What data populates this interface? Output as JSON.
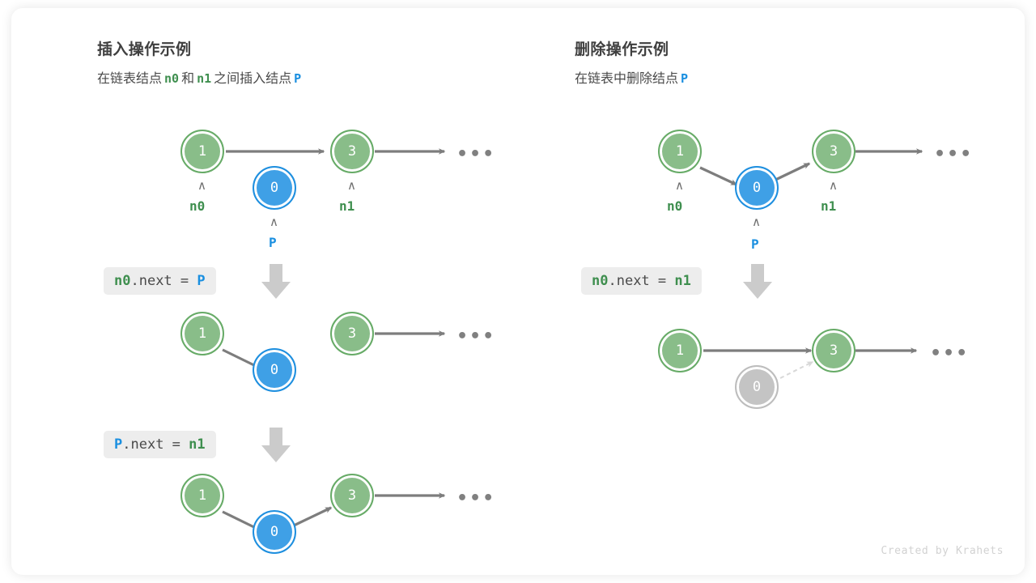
{
  "theme": {
    "green": "#89bd89",
    "green_border": "#67ab67",
    "green_text": "#3f8f4f",
    "blue": "#3fa0e6",
    "blue_border": "#1e8fdf",
    "blue_text": "#1a8fe0",
    "gray_node": "#c4c4c4",
    "wire": "#7d7d7d",
    "chip_bg": "#ededed",
    "card_bg": "#ffffff"
  },
  "watermark": "Created by Krahets",
  "panels": [
    {
      "id": "insert",
      "title": "插入操作示例",
      "subtitle": {
        "parts": [
          {
            "text": "在链表结点",
            "kind": "text"
          },
          {
            "text": "n0",
            "kind": "green"
          },
          {
            "text": "和",
            "kind": "text"
          },
          {
            "text": "n1",
            "kind": "green"
          },
          {
            "text": "之间插入结点",
            "kind": "text"
          },
          {
            "text": "P",
            "kind": "blue"
          }
        ]
      },
      "steps": [
        {
          "id": "insert-step-1",
          "nodes": [
            {
              "value": "1",
              "color": "green",
              "label": "n0",
              "label_color": "green"
            },
            {
              "value": "0",
              "color": "blue",
              "label": "P",
              "label_color": "blue"
            },
            {
              "value": "3",
              "color": "green",
              "label": "n1",
              "label_color": "green"
            }
          ],
          "trailing_dots": "•••"
        },
        {
          "id": "insert-step-2",
          "code": {
            "tokens": [
              {
                "text": "n0",
                "kind": "green"
              },
              {
                "text": ".next = ",
                "kind": "plain"
              },
              {
                "text": "P",
                "kind": "blue"
              }
            ]
          },
          "nodes": [
            {
              "value": "1",
              "color": "green"
            },
            {
              "value": "0",
              "color": "blue"
            },
            {
              "value": "3",
              "color": "green"
            }
          ],
          "trailing_dots": "•••"
        },
        {
          "id": "insert-step-3",
          "code": {
            "tokens": [
              {
                "text": "P",
                "kind": "blue"
              },
              {
                "text": ".next = ",
                "kind": "plain"
              },
              {
                "text": "n1",
                "kind": "green"
              }
            ]
          },
          "nodes": [
            {
              "value": "1",
              "color": "green"
            },
            {
              "value": "0",
              "color": "blue"
            },
            {
              "value": "3",
              "color": "green"
            }
          ],
          "trailing_dots": "•••"
        }
      ]
    },
    {
      "id": "delete",
      "title": "删除操作示例",
      "subtitle": {
        "parts": [
          {
            "text": "在链表中删除结点",
            "kind": "text"
          },
          {
            "text": "P",
            "kind": "blue"
          }
        ]
      },
      "steps": [
        {
          "id": "delete-step-1",
          "nodes": [
            {
              "value": "1",
              "color": "green",
              "label": "n0",
              "label_color": "green"
            },
            {
              "value": "0",
              "color": "blue",
              "label": "P",
              "label_color": "blue"
            },
            {
              "value": "3",
              "color": "green",
              "label": "n1",
              "label_color": "green"
            }
          ],
          "trailing_dots": "•••"
        },
        {
          "id": "delete-step-2",
          "code": {
            "tokens": [
              {
                "text": "n0",
                "kind": "green"
              },
              {
                "text": ".next = ",
                "kind": "plain"
              },
              {
                "text": "n1",
                "kind": "green"
              }
            ]
          },
          "nodes": [
            {
              "value": "1",
              "color": "green"
            },
            {
              "value": "0",
              "color": "gray"
            },
            {
              "value": "3",
              "color": "green"
            }
          ],
          "trailing_dots": "•••"
        }
      ]
    }
  ],
  "labels": {
    "caret": "∧",
    "left_title": "插入操作示例",
    "left_subtitle_text": "在链表结点 n0 和 n1 之间插入结点 P",
    "right_title": "删除操作示例",
    "right_subtitle_text": "在链表中删除结点 P",
    "insert_code_1": "n0.next = P",
    "insert_code_2": "P.next = n1",
    "delete_code_1": "n0.next = n1",
    "n0": "n0",
    "n1": "n1",
    "p": "P",
    "val_1": "1",
    "val_0": "0",
    "val_3": "3",
    "dots": "•••"
  }
}
